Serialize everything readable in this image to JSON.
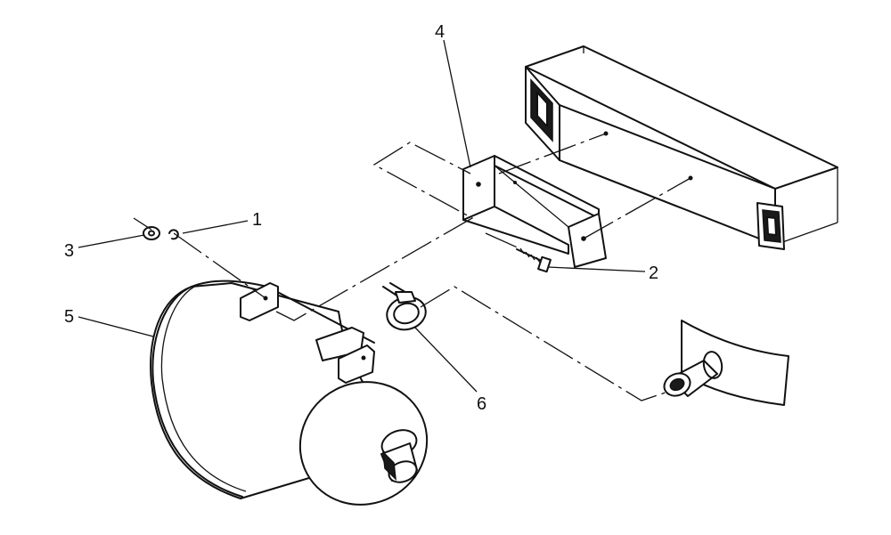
{
  "diagram": {
    "callouts": [
      {
        "id": "1",
        "label": "1"
      },
      {
        "id": "2",
        "label": "2"
      },
      {
        "id": "3",
        "label": "3"
      },
      {
        "id": "4",
        "label": "4"
      },
      {
        "id": "5",
        "label": "5"
      },
      {
        "id": "6",
        "label": "6"
      }
    ],
    "colors": {
      "ink": "#111111",
      "background": "#ffffff",
      "shade": "#3a3a3a"
    }
  }
}
